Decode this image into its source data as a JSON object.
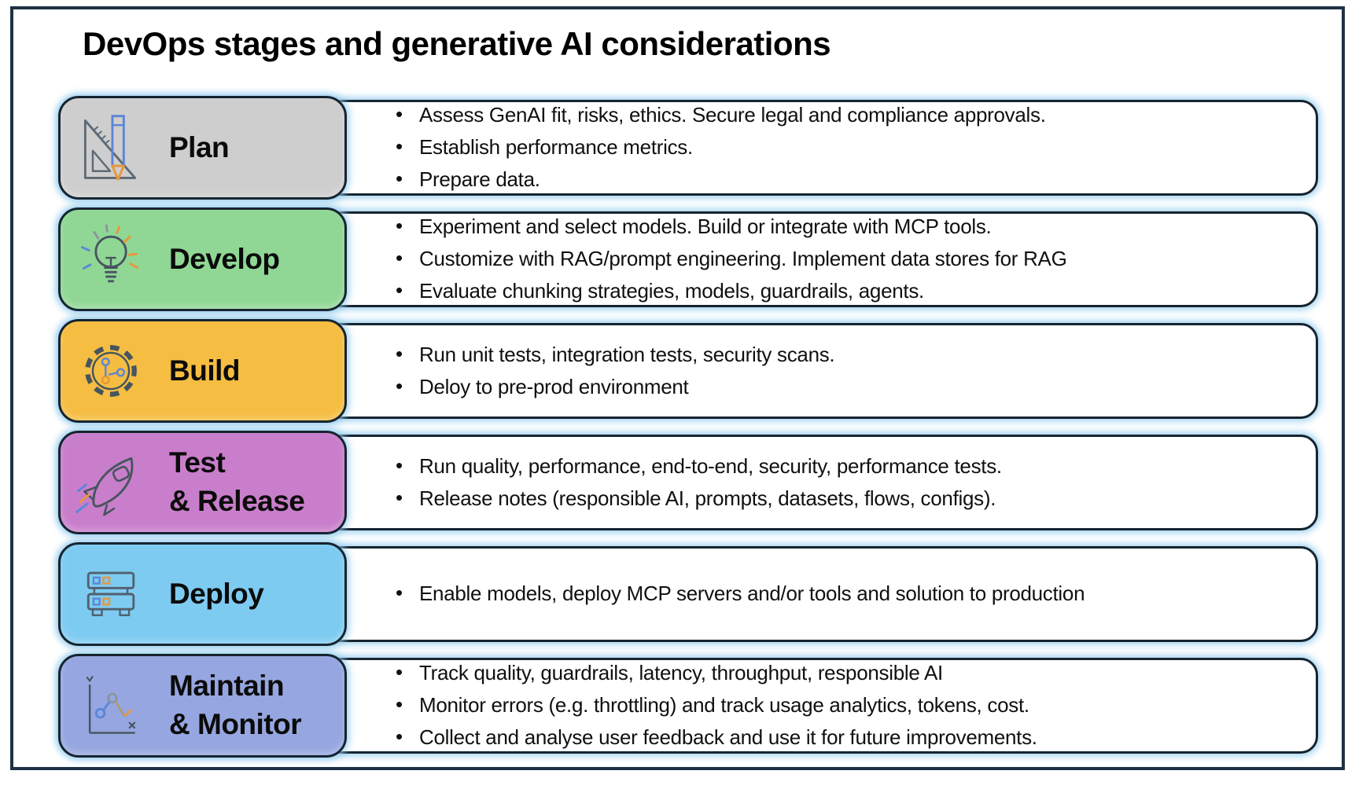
{
  "title": "DevOps stages and generative AI considerations",
  "colors": {
    "frame_border": "#1d3246",
    "box_border": "#15242f",
    "glow": "#96cdee",
    "icon_blue": "#5b86d7",
    "icon_orange": "#e8973a",
    "icon_gray": "#46555f"
  },
  "stages": [
    {
      "label": "Plan",
      "label2": "",
      "icon": "ruler-pencil-icon",
      "color": "#cecece",
      "bullets": [
        "Assess GenAI fit, risks, ethics. Secure legal and compliance approvals.",
        "Establish performance metrics.",
        "Prepare data."
      ]
    },
    {
      "label": "Develop",
      "label2": "",
      "icon": "lightbulb-icon",
      "color": "#90d795",
      "bullets": [
        "Experiment and select models. Build or integrate with MCP tools.",
        "Customize with RAG/prompt engineering. Implement data stores for RAG",
        "Evaluate chunking strategies, models, guardrails, agents."
      ]
    },
    {
      "label": "Build",
      "label2": "",
      "icon": "gear-icon",
      "color": "#f5bd41",
      "bullets": [
        "Run unit tests, integration tests, security scans.",
        "Deloy to pre-prod environment"
      ]
    },
    {
      "label": "Test",
      "label2": "& Release",
      "icon": "rocket-icon",
      "color": "#c97ecb",
      "bullets": [
        "Run quality, performance, end-to-end, security, performance tests.",
        "Release notes (responsible AI, prompts, datasets, flows, configs)."
      ]
    },
    {
      "label": "Deploy",
      "label2": "",
      "icon": "server-icon",
      "color": "#7ecbf1",
      "bullets": [
        "Enable models, deploy MCP servers and/or tools and solution to production"
      ]
    },
    {
      "label": "Maintain",
      "label2": "& Monitor",
      "icon": "line-chart-icon",
      "color": "#96a6e0",
      "bullets": [
        "Track quality, guardrails, latency, throughput, responsible AI",
        "Monitor errors (e.g. throttling) and track usage analytics, tokens, cost.",
        "Collect and analyse user feedback and use it for future improvements."
      ]
    }
  ]
}
